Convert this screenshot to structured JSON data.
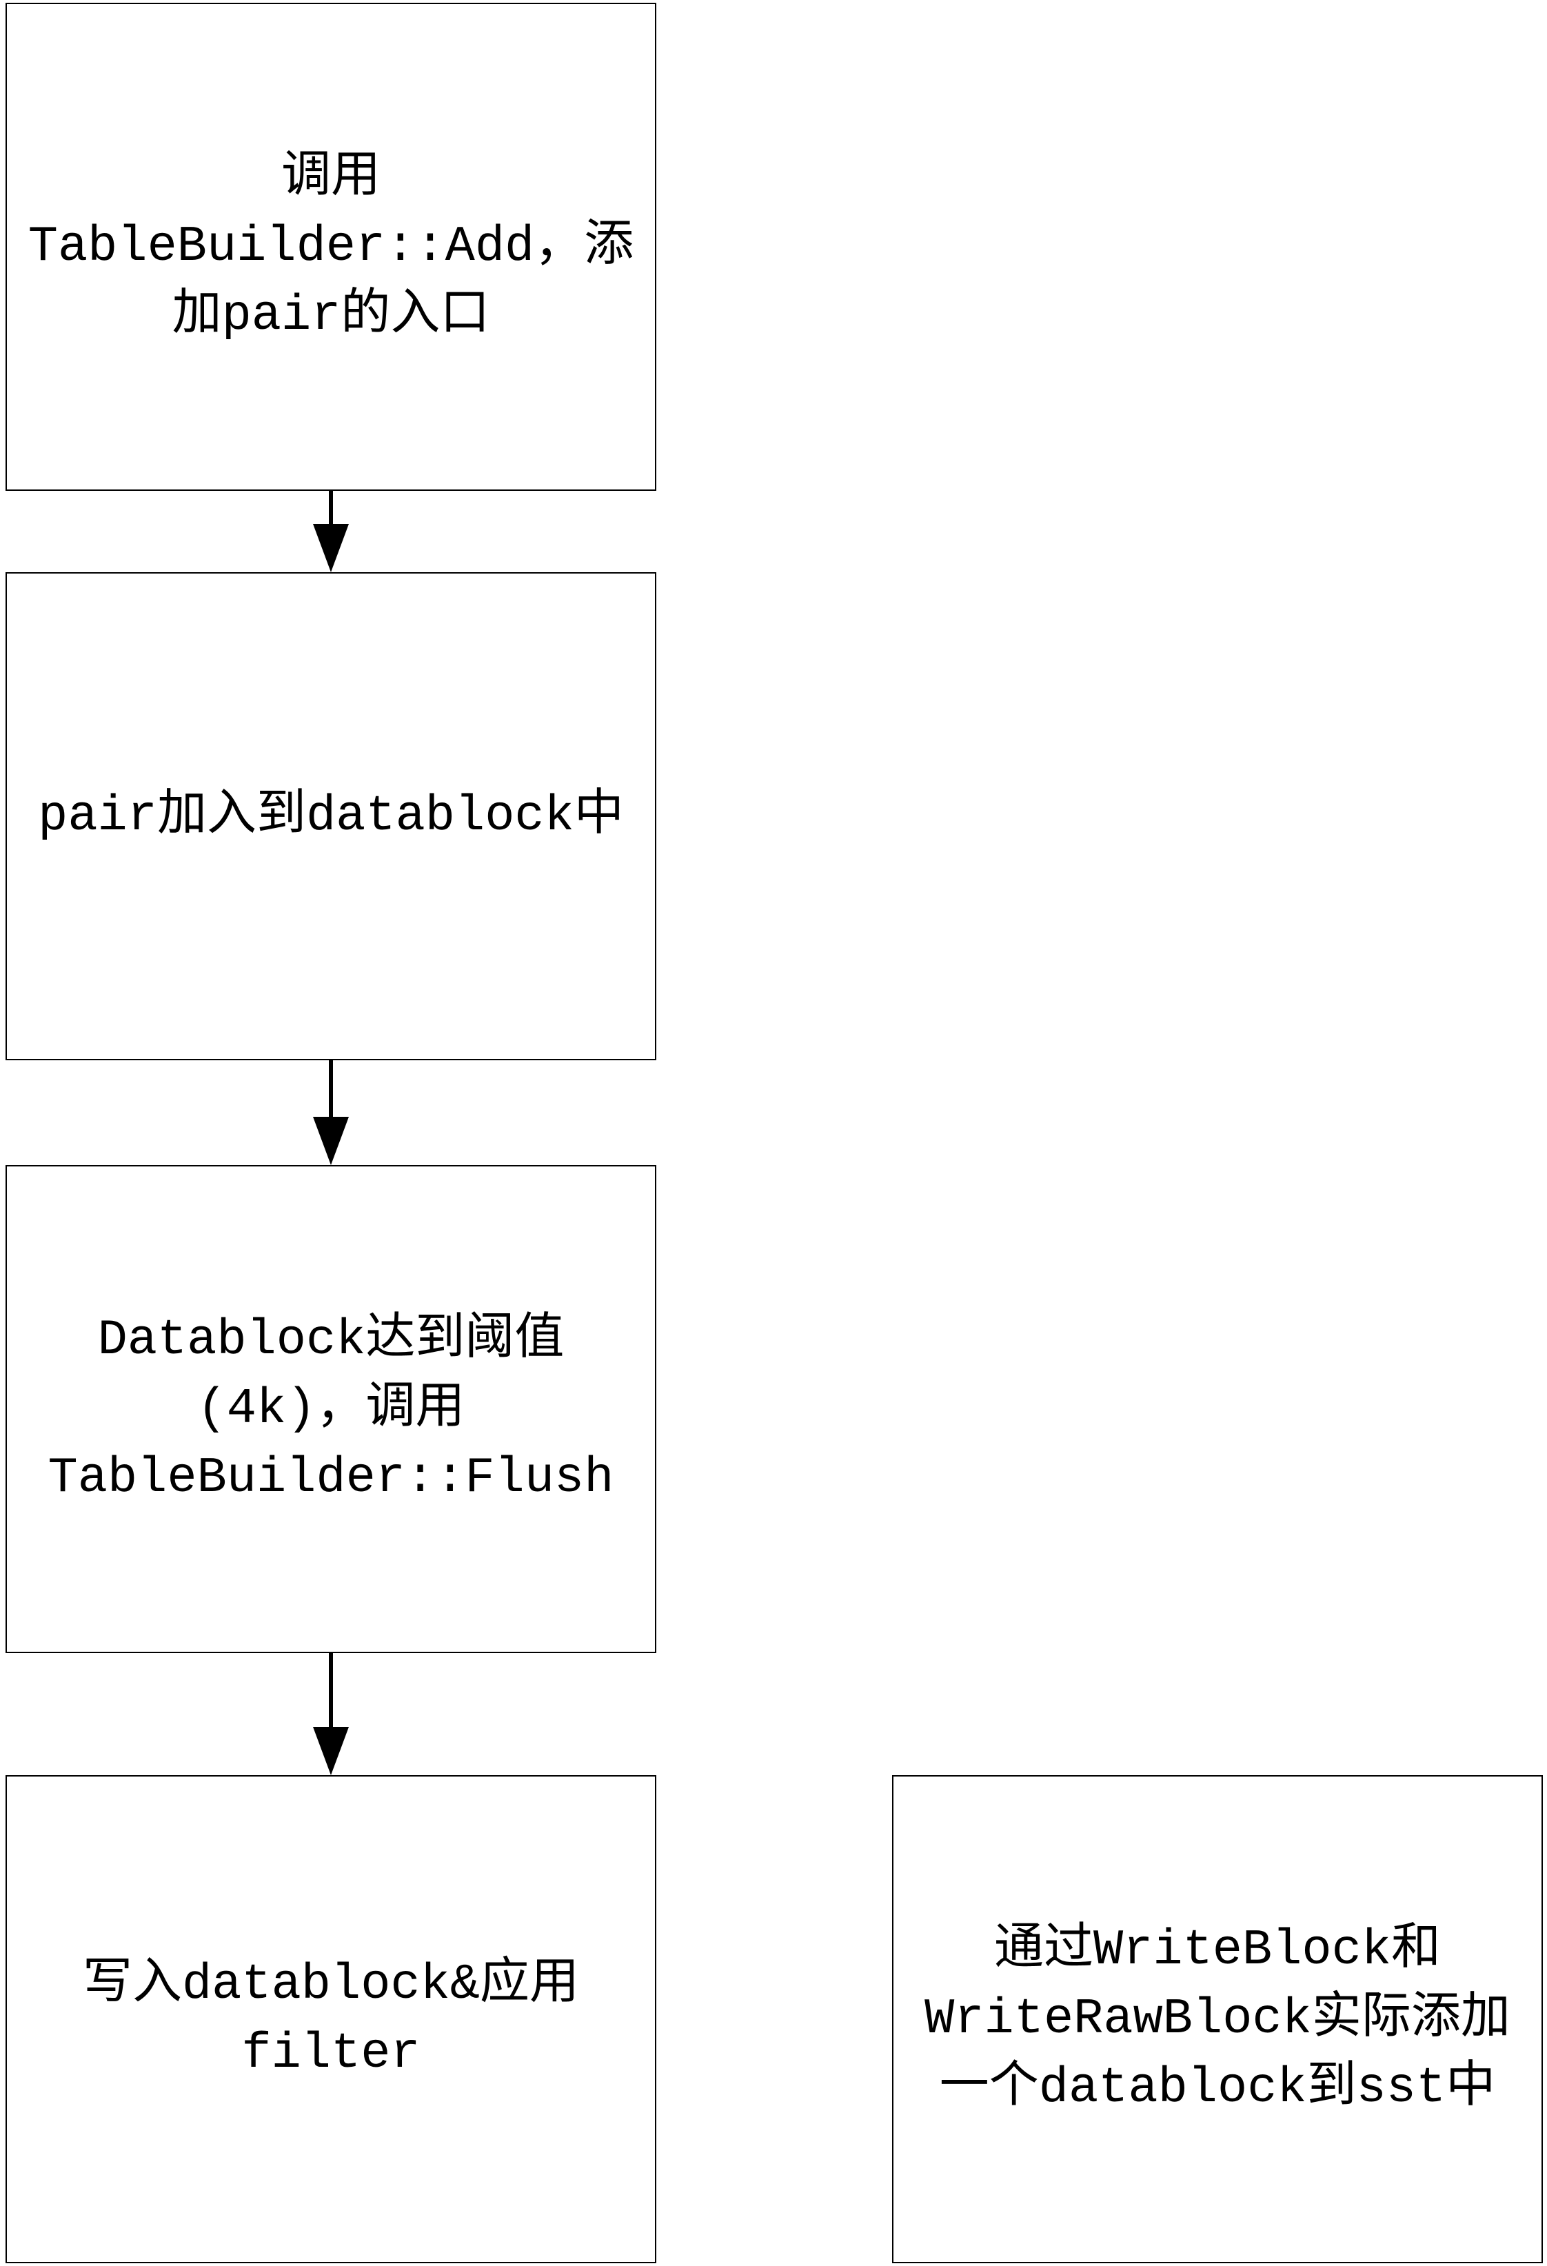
{
  "nodes": [
    {
      "id": "add-entry",
      "lines": [
        "调用",
        "TableBuilder::Add，添",
        "加pair的入口"
      ]
    },
    {
      "id": "add-to-datablock",
      "lines": [
        "pair加入到datablock中"
      ]
    },
    {
      "id": "flush-threshold",
      "lines": [
        "Datablock达到阈值",
        "(4k)，调用",
        "TableBuilder::Flush"
      ]
    },
    {
      "id": "write-datablock",
      "lines": [
        "写入datablock&应用",
        "filter"
      ]
    },
    {
      "id": "write-block",
      "lines": [
        "通过WriteBlock和",
        "WriteRawBlock实际添加",
        "一个datablock到sst中"
      ]
    }
  ],
  "edges": [
    {
      "from": "add-entry",
      "to": "add-to-datablock"
    },
    {
      "from": "add-to-datablock",
      "to": "flush-threshold"
    },
    {
      "from": "flush-threshold",
      "to": "write-datablock"
    }
  ]
}
